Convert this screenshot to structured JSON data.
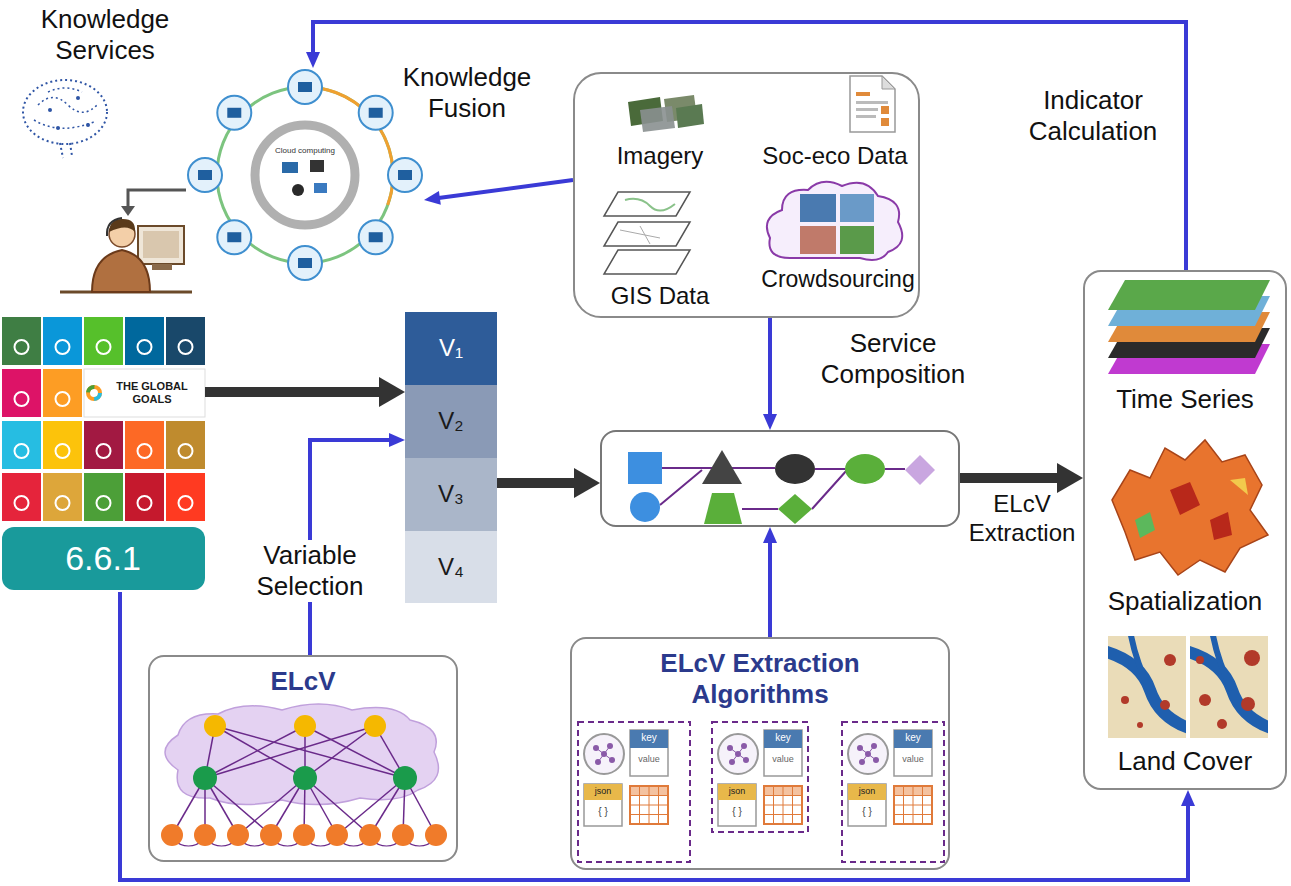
{
  "diagram": {
    "nodes": [
      {
        "text": [
          "Knowledge Services"
        ]
      },
      {
        "text": [
          "Imagery",
          "Soc-eco Data",
          "GIS Data",
          "Crowdsourcing"
        ]
      },
      {
        "text": [
          "THE GLOBAL GOALS",
          "6.6.1"
        ]
      },
      {
        "text": [
          "V₁",
          "V₂",
          "V₃",
          "V₄"
        ]
      },
      {
        "text": [
          "Service Composition"
        ]
      },
      {
        "text": [
          "Time Series",
          "Spatialization",
          "Land Cover"
        ]
      },
      {
        "text": [
          "ELcV"
        ]
      },
      {
        "text": [
          "ELcV Extraction Algorithms"
        ]
      }
    ],
    "edges": [
      {
        "from": 1,
        "to": 0,
        "arrow": "to",
        "label": "Knowledge Fusion"
      },
      {
        "from": 5,
        "to": 0,
        "arrow": "to",
        "label": "Indicator Calculation"
      },
      {
        "from": 2,
        "to": 3,
        "arrow": "to"
      },
      {
        "from": 6,
        "to": 3,
        "arrow": "to",
        "label": "Variable Selection"
      },
      {
        "from": 3,
        "to": 4,
        "arrow": "to"
      },
      {
        "from": 1,
        "to": 4,
        "arrow": "to"
      },
      {
        "from": 7,
        "to": 4,
        "arrow": "to"
      },
      {
        "from": 4,
        "to": 5,
        "arrow": "to",
        "label": "ELcV Extraction"
      },
      {
        "from": 2,
        "to": 5,
        "arrow": "to"
      }
    ],
    "labels": [
      "Cloud computing",
      "key",
      "value",
      "json",
      "{ }",
      "key",
      "value",
      "json",
      "{ }",
      "key",
      "value",
      "json",
      "{ }"
    ]
  }
}
